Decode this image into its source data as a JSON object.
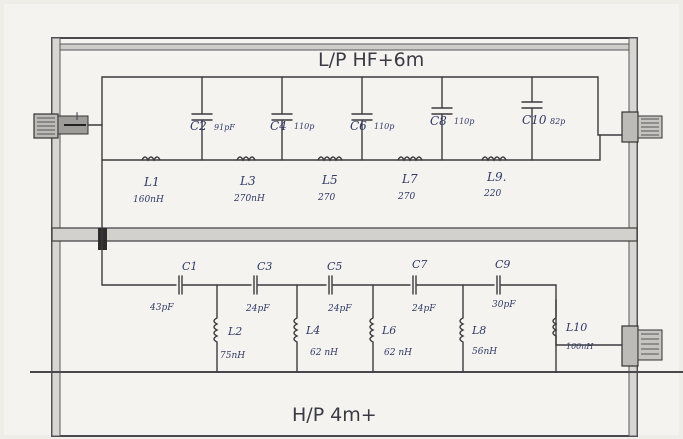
{
  "titles": {
    "low_pass": "L/P HF+6m",
    "high_pass": "H/P 4m+"
  },
  "terminal_marks": {
    "plus": "+"
  },
  "low_pass": {
    "capacitors": [
      {
        "name": "C2",
        "value": "91pF"
      },
      {
        "name": "C4",
        "value": "110p"
      },
      {
        "name": "C6",
        "value": "110p"
      },
      {
        "name": "C8",
        "value": "110p"
      },
      {
        "name": "C10",
        "value": "82p"
      }
    ],
    "inductors": [
      {
        "name": "L1",
        "value": "160nH"
      },
      {
        "name": "L3",
        "value": "270nH"
      },
      {
        "name": "L5",
        "value": "270"
      },
      {
        "name": "L7",
        "value": "270"
      },
      {
        "name": "L9.",
        "value": "220"
      }
    ]
  },
  "high_pass": {
    "capacitors": [
      {
        "name": "C1",
        "value": "43pF"
      },
      {
        "name": "C3",
        "value": "24pF"
      },
      {
        "name": "C5",
        "value": "24pF"
      },
      {
        "name": "C7",
        "value": "24pF"
      },
      {
        "name": "C9",
        "value": "30pF"
      }
    ],
    "inductors": [
      {
        "name": "L2",
        "value": "75nH"
      },
      {
        "name": "L4",
        "value": "62 nH"
      },
      {
        "name": "L6",
        "value": "62 nH"
      },
      {
        "name": "L8",
        "value": "56nH"
      },
      {
        "name": "L10",
        "value": "100nH"
      }
    ]
  }
}
